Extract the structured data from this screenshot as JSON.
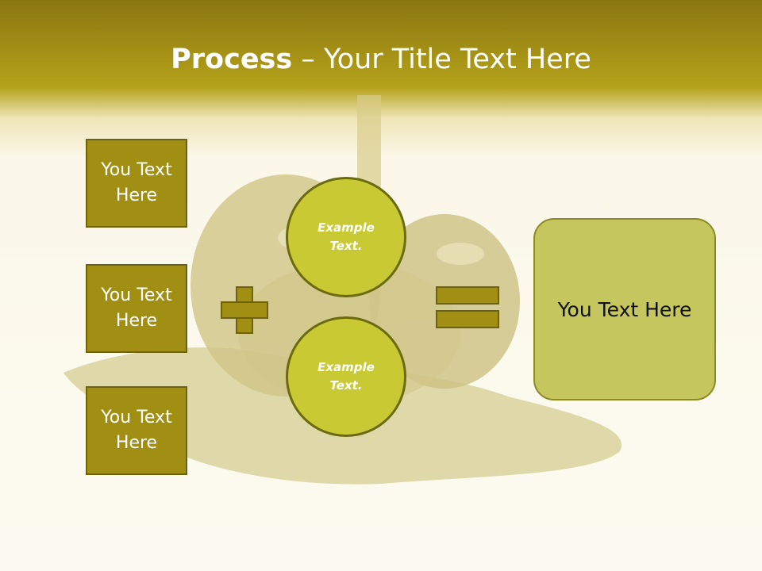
{
  "slide": {
    "title_bold": "Process",
    "title_rest": " – Your Title Text Here",
    "left_boxes": [
      {
        "label": "You Text Here"
      },
      {
        "label": "You Text Here"
      },
      {
        "label": "You Text Here"
      }
    ],
    "circles": [
      {
        "label": "Example Text."
      },
      {
        "label": "Example Text."
      }
    ],
    "result_label": "You Text Here",
    "plus_icon": "plus-icon",
    "equals_icon": "equals-icon",
    "colors": {
      "header": "#b5a21a",
      "box_fill": "#a18f14",
      "circle_fill": "#c8c933",
      "result_fill": "#c6c65e",
      "operator": "#a18f14"
    }
  }
}
